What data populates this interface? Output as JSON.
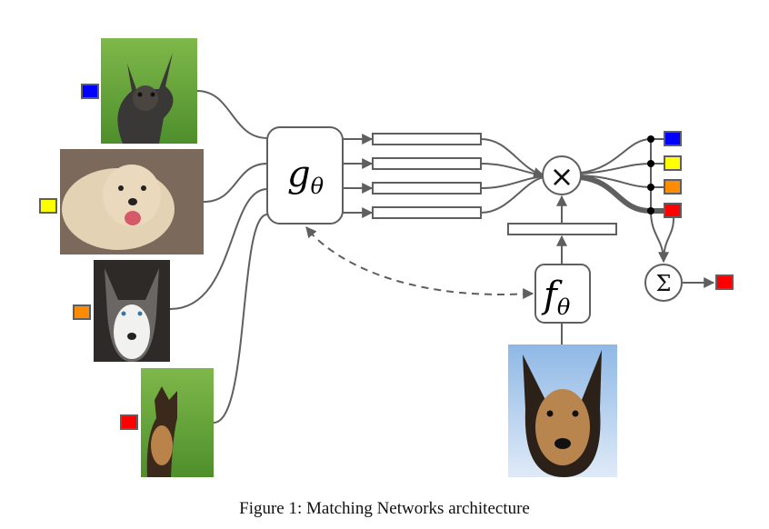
{
  "figure": {
    "caption": "Figure 1: Matching Networks architecture",
    "colors": {
      "line": "#5f5f5f",
      "blue": "#0000ff",
      "yellow": "#ffff00",
      "orange": "#ff8c00",
      "red": "#ff0000",
      "dot": "#000000"
    }
  },
  "support_set": [
    {
      "label": "chihuahua-image",
      "class_color": "blue"
    },
    {
      "label": "labrador-image",
      "class_color": "yellow"
    },
    {
      "label": "husky-image",
      "class_color": "orange"
    },
    {
      "label": "german-shepherd-image",
      "class_color": "red"
    }
  ],
  "query": {
    "label": "query-german-shepherd-image"
  },
  "g_theta": {
    "symbol": "g",
    "subscript": "θ"
  },
  "f_theta": {
    "symbol": "f",
    "subscript": "θ"
  },
  "multiply": {
    "symbol": "×"
  },
  "sum": {
    "symbol": "Σ"
  },
  "outputs": [
    "blue",
    "yellow",
    "orange",
    "red"
  ],
  "prediction": "red"
}
